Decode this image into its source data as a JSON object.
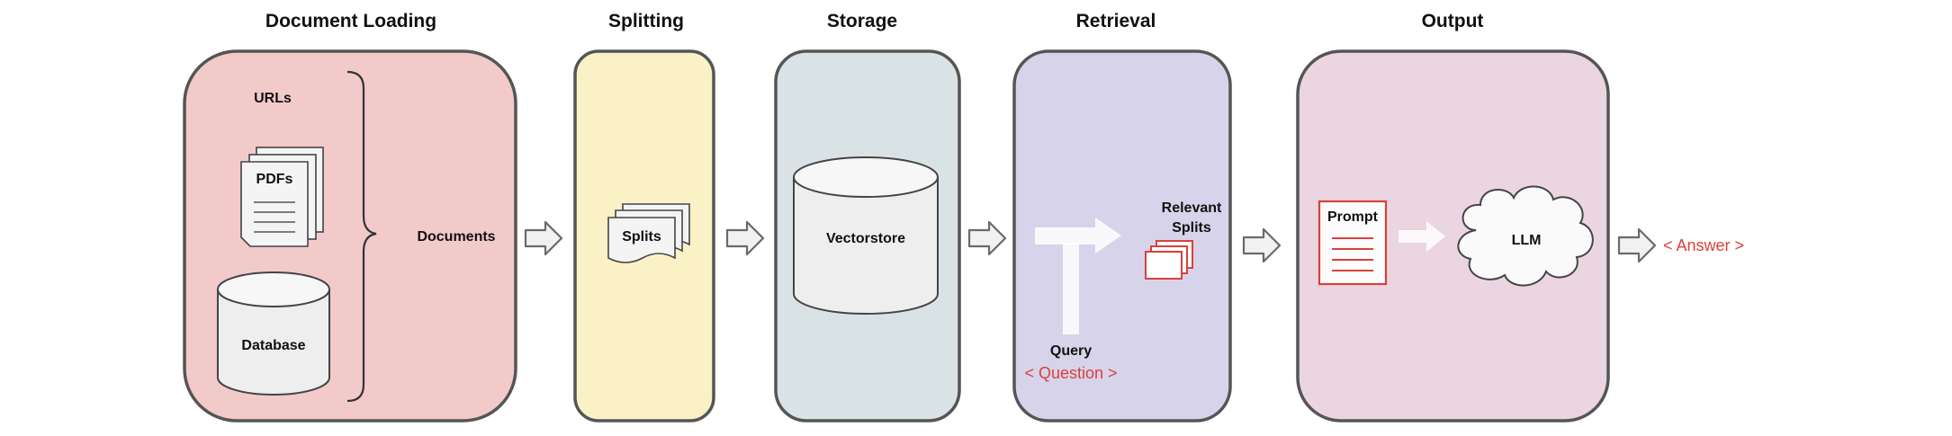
{
  "stages": {
    "loading": {
      "title": "Document Loading",
      "fill": "#f2caca"
    },
    "splitting": {
      "title": "Splitting",
      "fill": "#fbf1c6"
    },
    "storage": {
      "title": "Storage",
      "fill": "#d9e3e6"
    },
    "retrieval": {
      "title": "Retrieval",
      "fill": "#d7d3ea"
    },
    "output": {
      "title": "Output",
      "fill": "#ebd5e1"
    }
  },
  "loading": {
    "urls": "URLs",
    "pdfs": "PDFs",
    "database": "Database",
    "documents": "Documents"
  },
  "splitting": {
    "splits": "Splits"
  },
  "storage": {
    "vectorstore": "Vectorstore"
  },
  "retrieval": {
    "relevant_line1": "Relevant",
    "relevant_line2": "Splits",
    "query": "Query",
    "question": "< Question >"
  },
  "output": {
    "prompt": "Prompt",
    "llm": "LLM",
    "answer": "< Answer >"
  },
  "colors": {
    "border": "#555555",
    "accent": "#d9413b",
    "arrow_fill": "#f1f1f1",
    "arrow_stroke": "#6a6a6a"
  }
}
